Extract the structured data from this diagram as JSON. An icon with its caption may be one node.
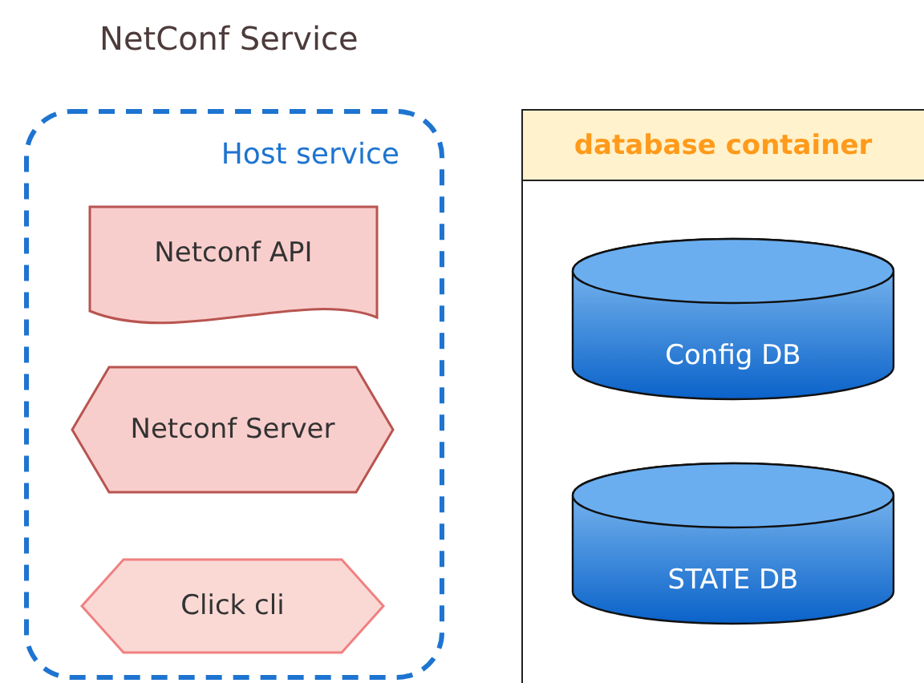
{
  "diagram": {
    "title": "NetConf Service",
    "nodes": [
      {
        "text": [
          "Host service"
        ]
      },
      {
        "text": [
          "Netconf API"
        ],
        "in": 0
      },
      {
        "text": [
          "Netconf Server"
        ],
        "in": 0
      },
      {
        "text": [
          "Click cli"
        ],
        "in": 0
      },
      {
        "text": [
          "database container"
        ]
      },
      {
        "text": [
          "Config DB"
        ],
        "in": 4
      },
      {
        "text": [
          "STATE DB"
        ],
        "in": 4
      }
    ]
  }
}
